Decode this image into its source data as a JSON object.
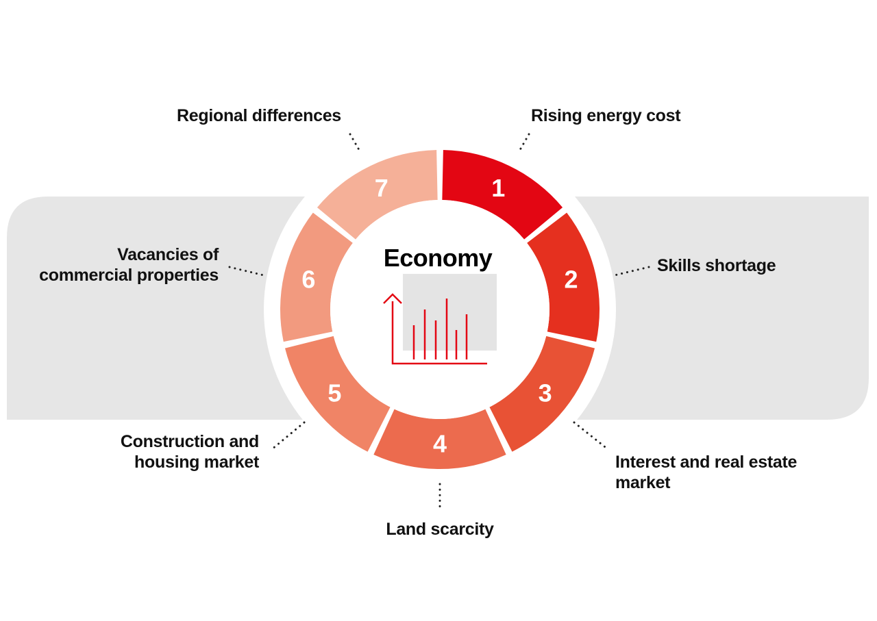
{
  "center": {
    "title": "Economy",
    "icon": "bar-chart-icon",
    "accent": "#e30613"
  },
  "segments": [
    {
      "number": "1",
      "label_lines": [
        "Rising energy cost"
      ],
      "color": "#e30613"
    },
    {
      "number": "2",
      "label_lines": [
        "Skills shortage"
      ],
      "color": "#e5301f"
    },
    {
      "number": "3",
      "label_lines": [
        "Interest and real estate",
        "market"
      ],
      "color": "#e85235"
    },
    {
      "number": "4",
      "label_lines": [
        "Land scarcity"
      ],
      "color": "#ec6b4e"
    },
    {
      "number": "5",
      "label_lines": [
        "Construction and",
        "housing market"
      ],
      "color": "#f08466"
    },
    {
      "number": "6",
      "label_lines": [
        "Vacancies of",
        "commercial properties"
      ],
      "color": "#f29a7f"
    },
    {
      "number": "7",
      "label_lines": [
        "Regional differences"
      ],
      "color": "#f5b098"
    }
  ],
  "colors": {
    "band": "#e6e6e6",
    "chart_box": "#e4e4e4"
  }
}
